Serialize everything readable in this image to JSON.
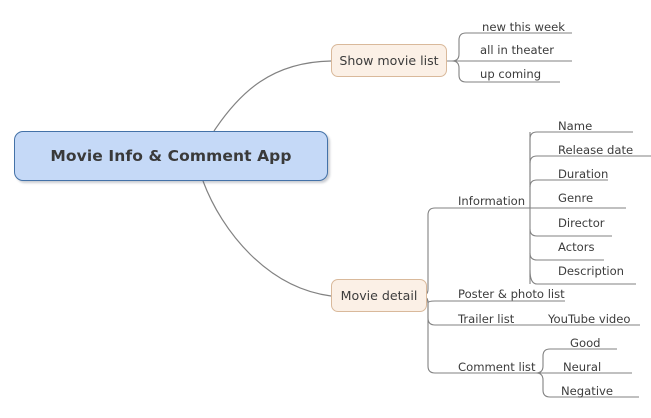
{
  "diagram": {
    "type": "mindmap",
    "background": "#ffffff",
    "root": {
      "label": "Movie Info & Comment App",
      "fill": "#c5d9f7",
      "stroke": "#4472a8"
    },
    "branch_style": {
      "fill": "#fbf0e6",
      "stroke": "#d9b99b"
    },
    "connector_color": "#808080",
    "text_color": "#3c3c3c",
    "branches": [
      {
        "label": "Show movie list",
        "children": [
          {
            "label": "new this week"
          },
          {
            "label": "all in theater"
          },
          {
            "label": "up coming"
          }
        ]
      },
      {
        "label": "Movie detail",
        "children": [
          {
            "label": "Information",
            "children": [
              {
                "label": "Name"
              },
              {
                "label": "Release date"
              },
              {
                "label": "Duration"
              },
              {
                "label": "Genre"
              },
              {
                "label": "Director"
              },
              {
                "label": "Actors"
              },
              {
                "label": "Description"
              }
            ]
          },
          {
            "label": "Poster & photo list",
            "children": []
          },
          {
            "label": "Trailer list",
            "children": [
              {
                "label": "YouTube video"
              }
            ]
          },
          {
            "label": "Comment list",
            "children": [
              {
                "label": "Good"
              },
              {
                "label": "Neural"
              },
              {
                "label": "Negative"
              }
            ]
          }
        ]
      }
    ]
  }
}
